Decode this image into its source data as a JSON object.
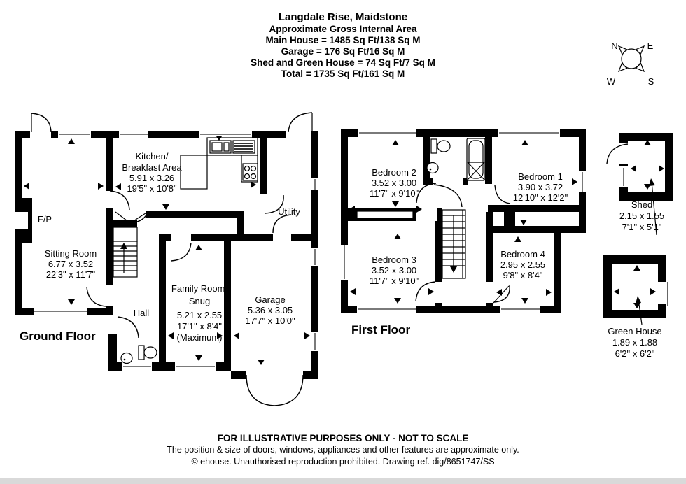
{
  "header": {
    "title": "Langdale Rise, Maidstone",
    "subtitle": "Approximate Gross Internal Area",
    "main_house": "Main House = 1485 Sq Ft/138 Sq M",
    "garage": "Garage = 176 Sq Ft/16 Sq M",
    "shed_greenhouse": "Shed and Green House = 74 Sq Ft/7 Sq M",
    "total": "Total = 1735 Sq Ft/161 Sq M"
  },
  "compass": {
    "n": "N",
    "e": "E",
    "s": "S",
    "w": "W"
  },
  "ground_floor": {
    "label": "Ground Floor",
    "fireplace": "F/P",
    "sitting": {
      "name": "Sitting Room",
      "metric": "6.77 x 3.52",
      "imperial": "22'3\" x 11'7\""
    },
    "kitchen": {
      "name1": "Kitchen/",
      "name2": "Breakfast Area",
      "metric": "5.91 x 3.26",
      "imperial": "19'5\" x 10'8\""
    },
    "utility": {
      "name": "Utility"
    },
    "hall": {
      "name": "Hall"
    },
    "family": {
      "name1": "Family Room/",
      "name2": "Snug",
      "metric": "5.21 x 2.55",
      "imperial": "17'1\" x 8'4\"",
      "note": "(Maximum)"
    },
    "garage": {
      "name": "Garage",
      "metric": "5.36 x 3.05",
      "imperial": "17'7\" x 10'0\""
    }
  },
  "first_floor": {
    "label": "First Floor",
    "bedroom1": {
      "name": "Bedroom 1",
      "metric": "3.90 x 3.72",
      "imperial": "12'10\" x 12'2\""
    },
    "bedroom2": {
      "name": "Bedroom 2",
      "metric": "3.52 x 3.00",
      "imperial": "11'7\" x 9'10\""
    },
    "bedroom3": {
      "name": "Bedroom 3",
      "metric": "3.52 x 3.00",
      "imperial": "11'7\" x 9'10\""
    },
    "bedroom4": {
      "name": "Bedroom 4",
      "metric": "2.95 x 2.55",
      "imperial": "9'8\" x 8'4\""
    }
  },
  "outbuildings": {
    "shed": {
      "name": "Shed",
      "metric": "2.15 x 1.55",
      "imperial": "7'1\" x 5'1\""
    },
    "greenhouse": {
      "name": "Green House",
      "metric": "1.89 x 1.88",
      "imperial": "6'2\" x 6'2\""
    }
  },
  "footer": {
    "line1": "FOR ILLUSTRATIVE PURPOSES ONLY - NOT TO SCALE",
    "line2": "The position & size of doors, windows, appliances and other features are approximate only.",
    "line3": "© ehouse. Unauthorised reproduction prohibited. Drawing ref. dig/8651747/SS"
  },
  "colors": {
    "wall": "#000000",
    "window_line": "#7a7a7a",
    "background": "#ffffff"
  }
}
